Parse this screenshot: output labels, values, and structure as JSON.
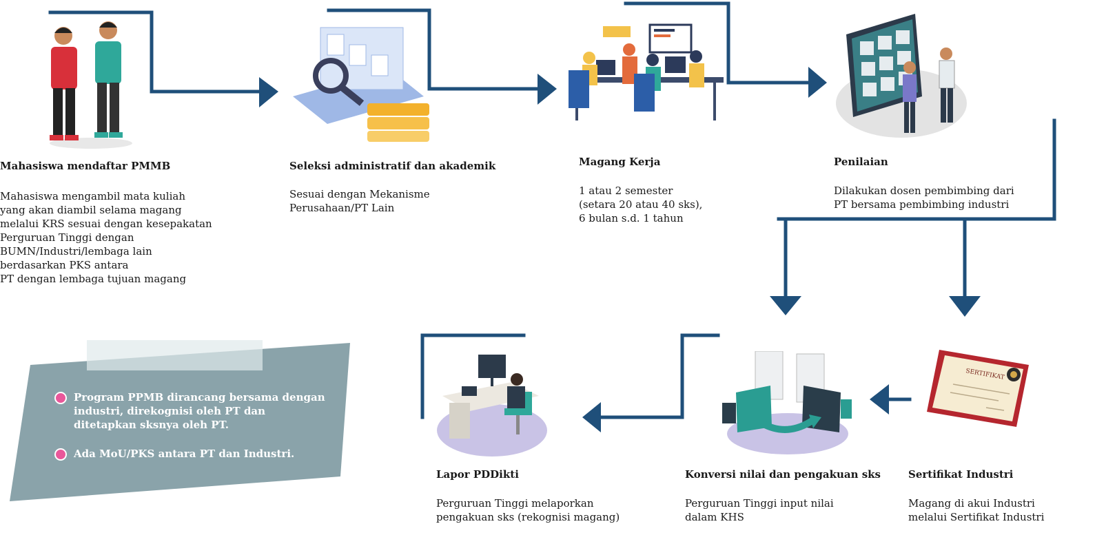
{
  "colors": {
    "connector": "#1f4f7a",
    "note_panel": "#8aa3aa",
    "bullet": "#e9579a"
  },
  "steps": [
    {
      "title": "Mahasiswa mendaftar PMMB",
      "desc": "Mahasiswa mengambil mata kuliah\nyang akan diambil selama magang\nmelalui KRS sesuai dengan kesepakatan\nPerguruan Tinggi dengan\nBUMN/Industri/lembaga lain\nberdasarkan PKS antara\nPT dengan lembaga tujuan magang"
    },
    {
      "title": "Seleksi administratif dan akademik",
      "desc": "Sesuai dengan Mekanisme\nPerusahaan/PT Lain"
    },
    {
      "title": "Magang Kerja",
      "desc": "1 atau 2 semester\n(setara 20 atau 40 sks),\n6 bulan s.d. 1 tahun"
    },
    {
      "title": "Penilaian",
      "desc": "Dilakukan dosen pembimbing dari\nPT bersama pembimbing industri"
    },
    {
      "title": "Lapor PDDikti",
      "desc": "Perguruan Tinggi melaporkan\npengakuan sks (rekognisi magang)"
    },
    {
      "title": "Konversi nilai dan pengakuan sks",
      "desc": "Perguruan Tinggi input nilai\ndalam KHS"
    },
    {
      "title": "Sertifikat Industri",
      "desc": "Magang di akui Industri\nmelalui Sertifikat Industri"
    }
  ],
  "notes": [
    "Program PPMB dirancang bersama dengan\nindustri, direkognisi oleh PT dan\nditetapkan sksnya oleh PT.",
    "Ada MoU/PKS antara PT dan Industri."
  ],
  "certificate_label": "SERTIFIKAT"
}
